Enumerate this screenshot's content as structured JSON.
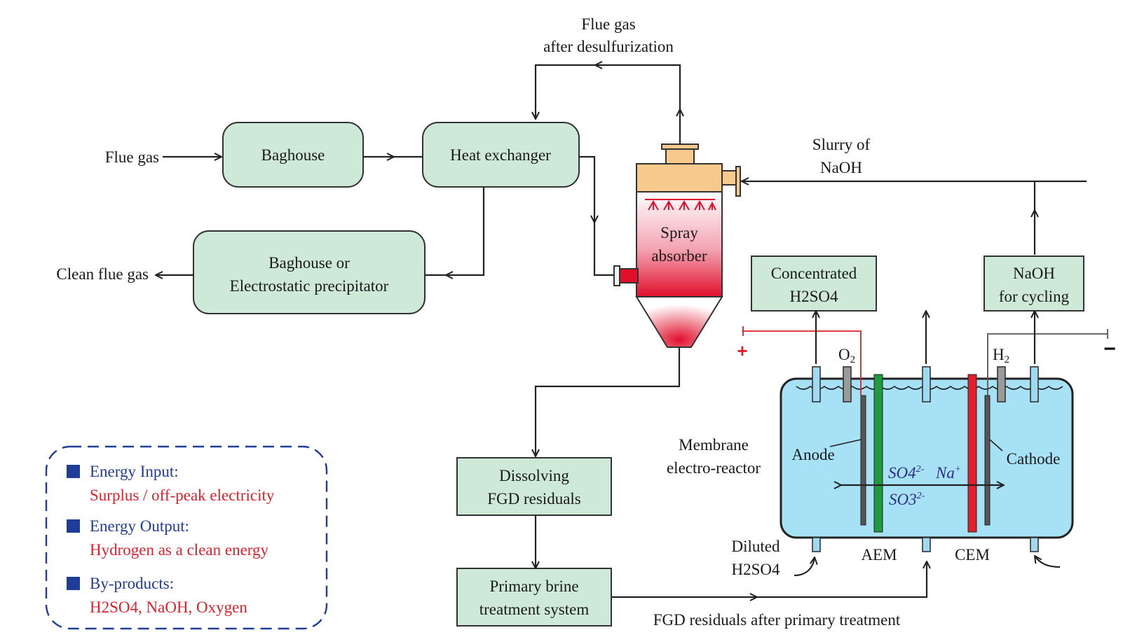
{
  "labels": {
    "flue_gas_in": "Flue gas",
    "flue_gas_after_1": "Flue gas",
    "flue_gas_after_2": "after desulfurization",
    "baghouse": "Baghouse",
    "heat_exchanger": "Heat exchanger",
    "esp_1": "Baghouse or",
    "esp_2": "Electrostatic precipitator",
    "clean_flue_gas": "Clean flue gas",
    "spray_1": "Spray",
    "spray_2": "absorber",
    "slurry_1": "Slurry of",
    "slurry_2": "NaOH",
    "conc_1": "Concentrated",
    "conc_2": "H2SO4",
    "naoh_1": "NaOH",
    "naoh_2": "for cycling",
    "membrane_1": "Membrane",
    "membrane_2": "electro-reactor",
    "dissolving_1": "Dissolving",
    "dissolving_2": "FGD residuals",
    "brine_1": "Primary brine",
    "brine_2": "treatment system",
    "fgd_after": "FGD residuals after primary treatment",
    "diluted_1": "Diluted",
    "diluted_2": "H2SO4",
    "o2": "O2",
    "h2": "H2",
    "anode": "Anode",
    "cathode": "Cathode",
    "aem": "AEM",
    "cem": "CEM",
    "so4": "SO4",
    "so4_charge": "2-",
    "na": "Na",
    "na_charge": "+",
    "so3": "SO3",
    "so3_charge": "2-",
    "plus": "+",
    "minus": "−"
  },
  "legend": {
    "items": [
      {
        "title": "Energy Input:",
        "detail": "Surplus / off-peak electricity"
      },
      {
        "title": "Energy Output:",
        "detail": "Hydrogen as a clean energy"
      },
      {
        "title": "By-products:",
        "detail": "H2SO4, NaOH, Oxygen"
      }
    ]
  },
  "colors": {
    "box_fill": "#cfe9d8",
    "reactor_fill": "#a6e1f6",
    "aem": "#1f9a3c",
    "cem": "#e0202a",
    "legend_blue": "#1f3c99",
    "legend_red": "#e0202a",
    "absorber_top": "#f7c98d"
  }
}
